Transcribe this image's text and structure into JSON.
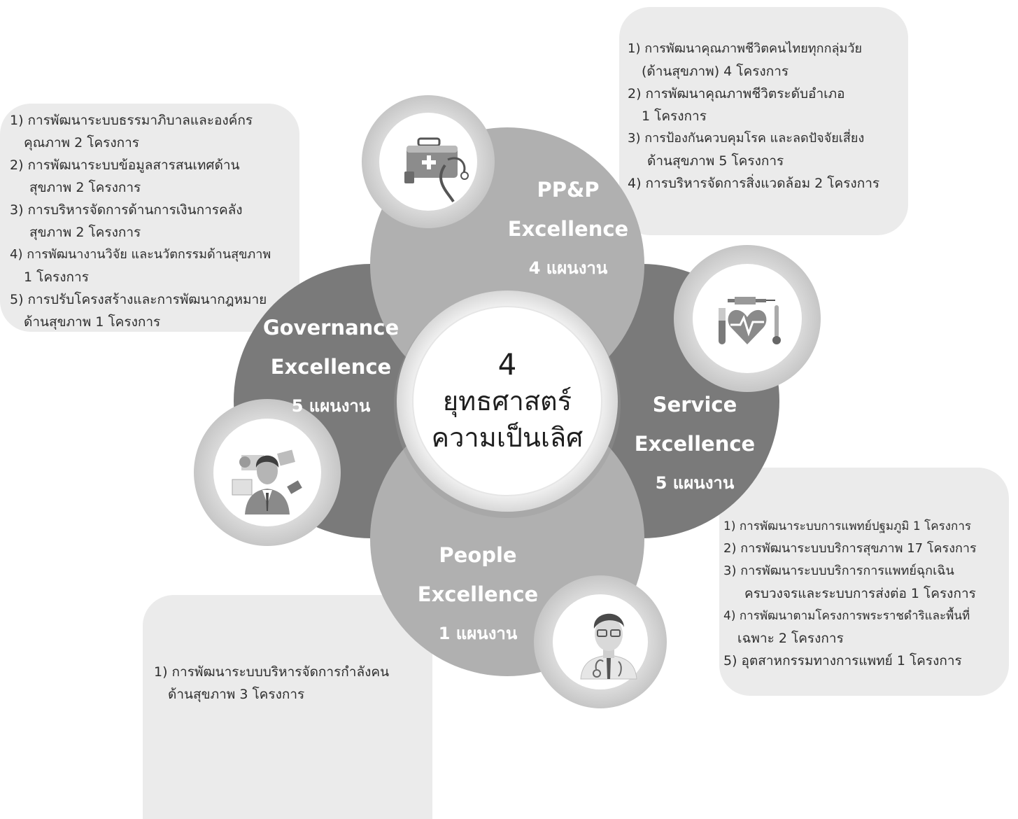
{
  "center": {
    "number": "4",
    "line1": "ยุทธศาสตร์",
    "line2": "ความเป็นเลิศ"
  },
  "petals": {
    "ppp": {
      "title1": "PP&P",
      "title2": "Excellence",
      "count": "4 แผนงาน",
      "icon": "medical-kit-stethoscope-icon"
    },
    "service": {
      "title1": "Service",
      "title2": "Excellence",
      "count": "5 แผนงาน",
      "icon": "heart-syringe-thermometer-icon"
    },
    "people": {
      "title1": "People",
      "title2": "Excellence",
      "count": "1 แผนงาน",
      "icon": "doctor-icon"
    },
    "governance": {
      "title1": "Governance",
      "title2": "Excellence",
      "count": "5 แผนงาน",
      "icon": "businessman-icon"
    }
  },
  "governance_box": {
    "items": [
      "1) การพัฒนาระบบธรรมาภิบาลและองค์กร",
      "คุณภาพ 2 โครงการ",
      "2) การพัฒนาระบบข้อมูลสารสนเทศด้าน",
      "สุขภาพ 2 โครงการ",
      "3) การบริหารจัดการด้านการเงินการคลัง",
      "สุขภาพ 2 โครงการ",
      "4) การพัฒนางานวิจัย และนวัตกรรมด้านสุขภาพ",
      "1 โครงการ",
      "5) การปรับโครงสร้างและการพัฒนากฎหมาย",
      "ด้านสุขภาพ 1 โครงการ"
    ]
  },
  "ppp_box": {
    "items": [
      "1) การพัฒนาคุณภาพชีวิตคนไทยทุกกลุ่มวัย",
      "(ด้านสุขภาพ) 4 โครงการ",
      "2) การพัฒนาคุณภาพชีวิตระดับอำเภอ",
      "1 โครงการ",
      "3) การป้องกันควบคุมโรค และลดปัจจัยเสี่ยง",
      "ด้านสุขภาพ 5 โครงการ",
      "4) การบริหารจัดการสิ่งแวดล้อม 2 โครงการ"
    ]
  },
  "service_box": {
    "items": [
      "1) การพัฒนาระบบการแพทย์ปฐมภูมิ 1 โครงการ",
      "2) การพัฒนาระบบบริการสุขภาพ 17 โครงการ",
      "3) การพัฒนาระบบบริการการแพทย์ฉุกเฉิน",
      "ครบวงจรและระบบการส่งต่อ 1 โครงการ",
      "4) การพัฒนาตามโครงการพระราชดำริและพื้นที่",
      "เฉพาะ 2  โครงการ",
      "5) อุตสาหกรรมทางการแพทย์ 1 โครงการ"
    ]
  },
  "people_box": {
    "items": [
      "1) การพัฒนาระบบบริหารจัดการกำลังคน",
      "ด้านสุขภาพ 3 โครงการ"
    ]
  }
}
